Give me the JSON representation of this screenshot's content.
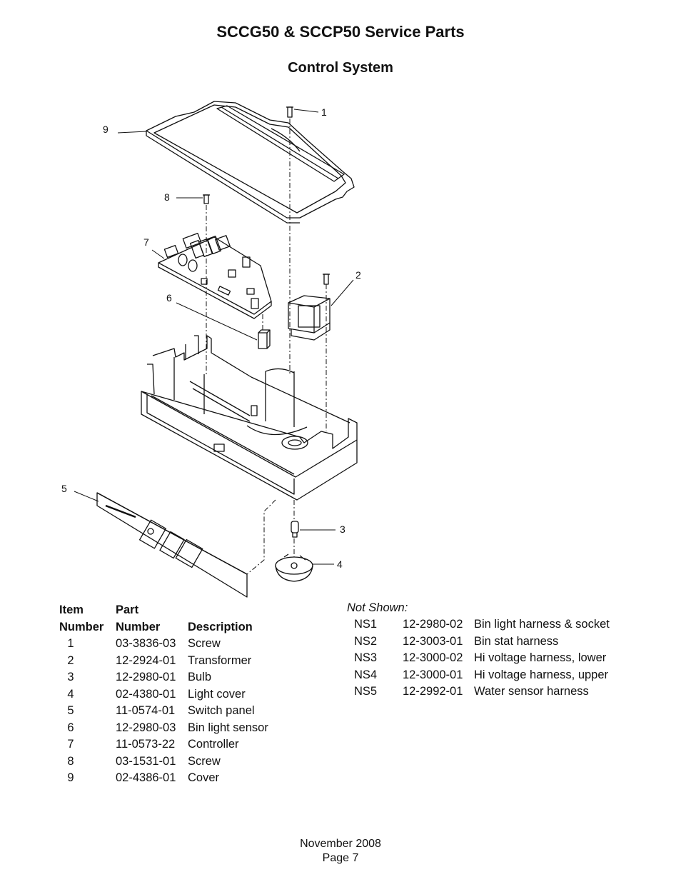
{
  "title": "SCCG50 & SCCP50 Service Parts",
  "subtitle": "Control System",
  "callouts": [
    "1",
    "2",
    "3",
    "4",
    "5",
    "6",
    "7",
    "8",
    "9"
  ],
  "parts_table": {
    "header_line1": {
      "item": "Item",
      "part": "Part"
    },
    "header_line2": {
      "item": "Number",
      "part": "Number",
      "description": "Description"
    },
    "rows": [
      {
        "item": "1",
        "part": "03-3836-03",
        "description": "Screw"
      },
      {
        "item": "2",
        "part": "12-2924-01",
        "description": "Transformer"
      },
      {
        "item": "3",
        "part": "12-2980-01",
        "description": "Bulb"
      },
      {
        "item": "4",
        "part": "02-4380-01",
        "description": "Light cover"
      },
      {
        "item": "5",
        "part": "11-0574-01",
        "description": "Switch panel"
      },
      {
        "item": "6",
        "part": "12-2980-03",
        "description": "Bin light sensor"
      },
      {
        "item": "7",
        "part": "11-0573-22",
        "description": "Controller"
      },
      {
        "item": "8",
        "part": "03-1531-01",
        "description": "Screw"
      },
      {
        "item": "9",
        "part": "02-4386-01",
        "description": "Cover"
      }
    ]
  },
  "not_shown": {
    "title": "Not Shown:",
    "rows": [
      {
        "id": "NS1",
        "part": "12-2980-02",
        "description": "Bin light harness & socket"
      },
      {
        "id": "NS2",
        "part": "12-3003-01",
        "description": "Bin stat harness"
      },
      {
        "id": "NS3",
        "part": "12-3000-02",
        "description": "Hi voltage harness, lower"
      },
      {
        "id": "NS4",
        "part": "12-3000-01",
        "description": "Hi voltage harness, upper"
      },
      {
        "id": "NS5",
        "part": "12-2992-01",
        "description": "Water sensor harness"
      }
    ]
  },
  "footer": {
    "date": "November 2008",
    "page": "Page 7"
  }
}
